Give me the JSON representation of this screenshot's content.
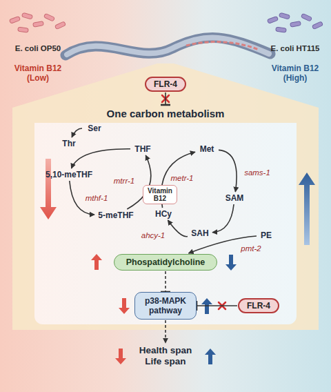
{
  "diagram": {
    "nodes": [
      {
        "text": [
          "FLR-4"
        ]
      },
      {
        "text": [
          "One carbon metabolism"
        ]
      },
      {
        "text": [
          "Ser"
        ],
        "in": 1
      },
      {
        "text": [
          "Thr"
        ],
        "in": 1
      },
      {
        "text": [
          "THF"
        ],
        "in": 1
      },
      {
        "text": [
          "5,10-meTHF"
        ],
        "in": 1
      },
      {
        "text": [
          "5-meTHF"
        ],
        "in": 1
      },
      {
        "text": [
          "Met"
        ],
        "in": 1
      },
      {
        "text": [
          "SAM"
        ],
        "in": 1
      },
      {
        "text": [
          "Vitamin B12"
        ],
        "in": 1
      },
      {
        "text": [
          "HCy"
        ],
        "in": 1
      },
      {
        "text": [
          "SAH"
        ],
        "in": 1
      },
      {
        "text": [
          "PE"
        ],
        "in": 1
      },
      {
        "text": [
          "Phospatidylcholine"
        ],
        "in": 1
      },
      {
        "text": [
          "p38-MAPK pathway"
        ],
        "in": 1
      },
      {
        "text": [
          "FLR-4"
        ],
        "in": 1
      },
      {
        "text": [
          "Health span Life span"
        ]
      }
    ],
    "edges": [
      {
        "from": 0,
        "to": 1,
        "arrow": "to"
      },
      {
        "from": 2,
        "to": 3,
        "arrow": "to"
      },
      {
        "from": 4,
        "to": 5,
        "arrow": "to"
      },
      {
        "from": 5,
        "to": 6,
        "label": "mthf-1",
        "arrow": "to"
      },
      {
        "from": 6,
        "to": 4,
        "label": "mtrr-1",
        "arrow": "to"
      },
      {
        "from": 10,
        "to": 7,
        "label": "metr-1",
        "arrow": "to"
      },
      {
        "from": 7,
        "to": 8,
        "label": "sams-1",
        "arrow": "to"
      },
      {
        "from": 8,
        "to": 11,
        "arrow": "to"
      },
      {
        "from": 11,
        "to": 10,
        "label": "ahcy-1",
        "arrow": "to"
      },
      {
        "from": 12,
        "to": 13,
        "label": "pmt-2",
        "arrow": "to"
      },
      {
        "from": 13,
        "to": 14,
        "arrow": "to"
      },
      {
        "from": 15,
        "to": 14,
        "arrow": "to"
      },
      {
        "from": 14,
        "to": 16,
        "arrow": "to"
      }
    ],
    "labels": [
      "E. coli OP50",
      "Vitamin B12 (Low)",
      "E. coli HT115",
      "Vitamin B12 (High)"
    ]
  }
}
